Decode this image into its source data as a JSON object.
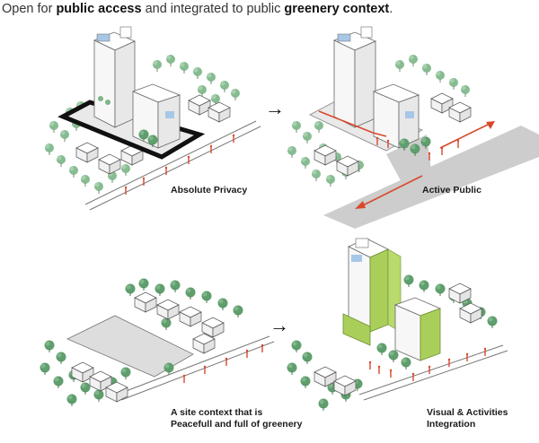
{
  "headline": {
    "part1": "Open for ",
    "bold1": "public access",
    "part2": " and integrated to public ",
    "bold2": "greenery context",
    "part3": "."
  },
  "captions": {
    "privacy": "Absolute Privacy",
    "public": "Active Public",
    "site_line1": "A site context that is",
    "site_line2": "Peacefull and full of greenery",
    "visual_line1": "Visual & Activities",
    "visual_line2": "Integration"
  },
  "icons": {
    "transition_arrow": "→"
  },
  "colors": {
    "tree_green": "#7fb58a",
    "tree_green_dark": "#5d9a6b",
    "accent_red": "#d9482b",
    "lime_green": "#a9cf5a",
    "road_grey": "#c9c9c9",
    "boundary_black": "#111111"
  }
}
